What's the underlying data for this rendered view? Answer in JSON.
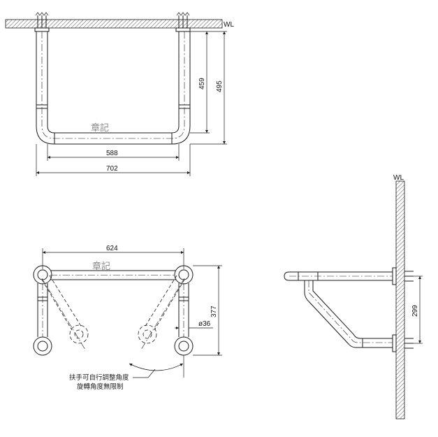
{
  "labels": {
    "wl_top": "WL",
    "wl_side": "WL",
    "seal_top": "章記",
    "seal_plan": "章記"
  },
  "dimensions": {
    "inner_width": "588",
    "outer_width": "702",
    "height_inner": "459",
    "height_outer": "495",
    "plan_width": "624",
    "plan_depth": "377",
    "diameter": "ø36",
    "side_height": "299"
  },
  "notes": {
    "line1": "扶手可自行調整角度",
    "line2": "旋轉角度無限制"
  },
  "colors": {
    "line": "#1a1a1a",
    "hatch": "#555555",
    "seal": "#888888"
  }
}
